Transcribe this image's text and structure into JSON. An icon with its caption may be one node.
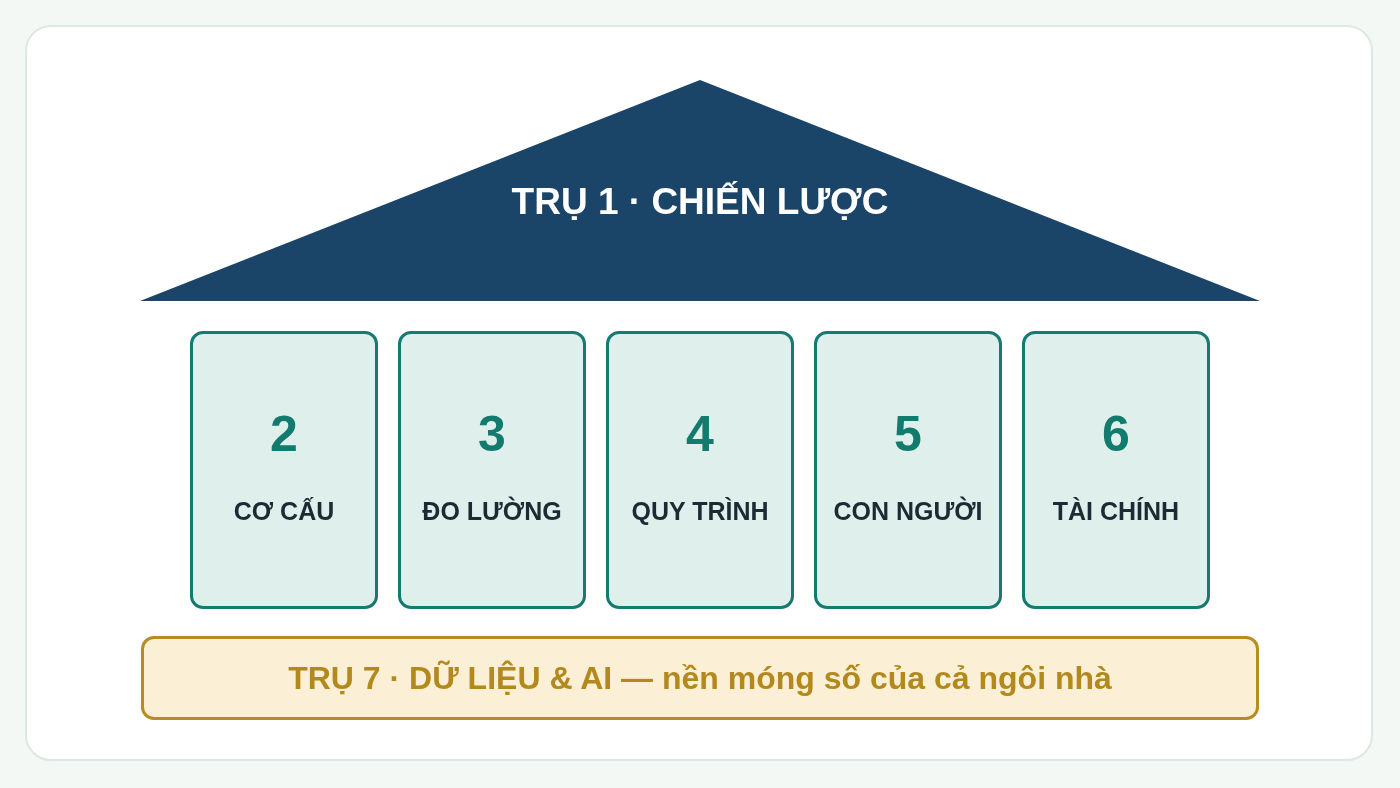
{
  "diagram": {
    "nodes": [
      {
        "text": [
          "TRỤ 1 · CHIẾN LƯỢC"
        ]
      },
      {
        "text": [
          "2",
          "CƠ CẤU"
        ]
      },
      {
        "text": [
          "3",
          "ĐO LƯỜNG"
        ]
      },
      {
        "text": [
          "4",
          "QUY TRÌNH"
        ]
      },
      {
        "text": [
          "5",
          "CON NGƯỜI"
        ]
      },
      {
        "text": [
          "6",
          "TÀI CHÍNH"
        ]
      },
      {
        "text": [
          "TRỤ 7 · DỮ LIỆU & AI — nền móng số của cả ngôi nhà"
        ]
      }
    ]
  }
}
